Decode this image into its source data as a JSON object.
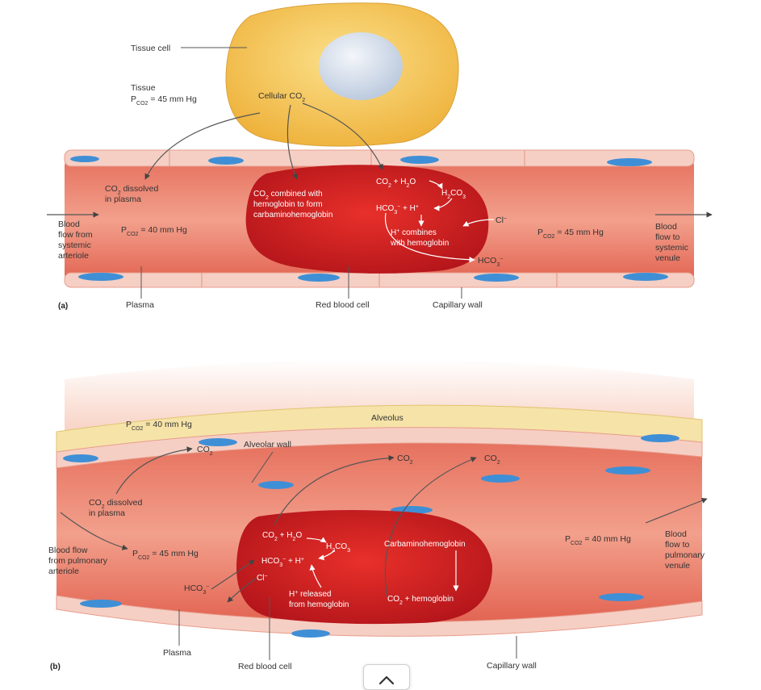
{
  "panel_a": {
    "tag": "(a)",
    "tissue_cell": "Tissue cell",
    "tissue": "Tissue",
    "tissue_pco2": "P<sub>CO2</sub> = 45 mm Hg",
    "cellular_co2": "Cellular CO<sub>2</sub>",
    "co2_dissolved": "CO<sub>2</sub> dissolved",
    "in_plasma": "in plasma",
    "co2_combined_1": "CO<sub>2</sub> combined with",
    "co2_combined_2": "hemoglobin to form",
    "co2_combined_3": "carbaminohemoglobin",
    "reaction_1": "CO<sub>2</sub> + H<sub>2</sub>O",
    "h2co3": "H<sub>2</sub>CO<sub>3</sub>",
    "reaction_2": "HCO<sub>3</sub><sup>−</sup> + H<sup>+</sup>",
    "h_combines_1": "H<sup>+</sup> combines",
    "h_combines_2": "with hemoglobin",
    "cl": "Cl<sup>−</sup>",
    "hco3_out": "HCO<sub>3</sub><sup>−</sup>",
    "flow_in_1": "Blood",
    "flow_in_2": "flow from",
    "flow_in_3": "systemic",
    "flow_in_4": "arteriole",
    "plasma_pco2": "P<sub>CO2</sub> = 40 mm Hg",
    "venule_pco2": "P<sub>CO2</sub> = 45 mm Hg",
    "flow_out_1": "Blood",
    "flow_out_2": "flow to",
    "flow_out_3": "systemic",
    "flow_out_4": "venule",
    "plasma": "Plasma",
    "red_blood_cell": "Red blood cell",
    "capillary_wall": "Capillary wall"
  },
  "panel_b": {
    "tag": "(b)",
    "alveolus": "Alveolus",
    "alveolar_pco2": "P<sub>CO2</sub> = 40 mm Hg",
    "co2_a": "CO<sub>2</sub>",
    "alveolar_wall": "Alveolar wall",
    "co2_b": "CO<sub>2</sub>",
    "co2_c": "CO<sub>2</sub>",
    "co2_dissolved": "CO<sub>2</sub> dissolved",
    "in_plasma": "in plasma",
    "reaction_1": "CO<sub>2</sub> + H<sub>2</sub>O",
    "h2co3": "H<sub>2</sub>CO<sub>3</sub>",
    "reaction_2": "HCO<sub>3</sub><sup>−</sup> + H<sup>+</sup>",
    "cl": "Cl<sup>−</sup>",
    "h_released_1": "H<sup>+</sup> released",
    "h_released_2": "from hemoglobin",
    "carbamino": "Carbaminohemoglobin",
    "co2_hemoglobin": "CO<sub>2</sub> + hemoglobin",
    "flow_in_1": "Blood flow",
    "flow_in_2": "from pulmonary",
    "flow_in_3": "arteriole",
    "plasma_pco2": "P<sub>CO2</sub> = 45 mm Hg",
    "hco3": "HCO<sub>3</sub><sup>−</sup>",
    "venule_pco2": "P<sub>CO2</sub> = 40 mm Hg",
    "flow_out_1": "Blood",
    "flow_out_2": "flow to",
    "flow_out_3": "pulmonary",
    "flow_out_4": "venule",
    "plasma": "Plasma",
    "red_blood_cell": "Red blood cell",
    "capillary_wall": "Capillary wall"
  },
  "colors": {
    "vessel": "#e0604f",
    "vessel_light": "#f3b7a6",
    "wall": "#f6cfc4",
    "nucleus": "#3f8fd6",
    "rbc": "#c81f25",
    "tissue_cell": "#f3c24e",
    "alveolar_wall": "#f6e3a8"
  },
  "scroll_icon": "chevron-up-icon"
}
